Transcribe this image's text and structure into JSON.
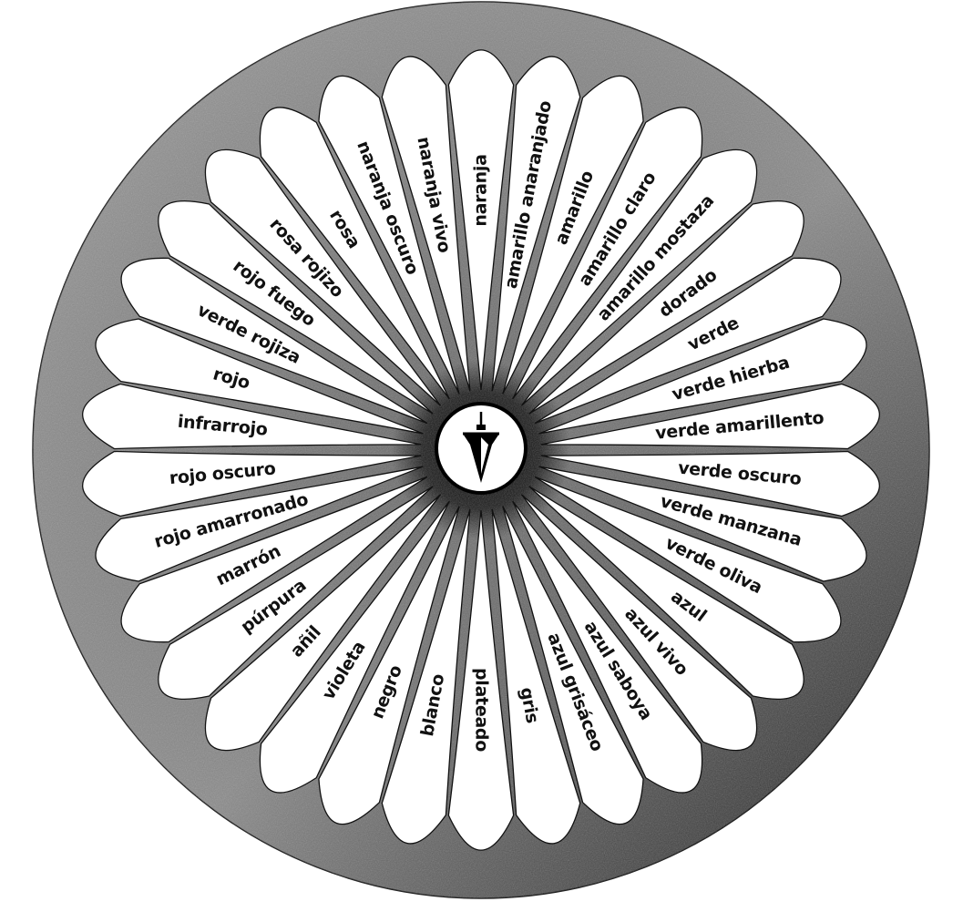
{
  "colors": {
    "background": "#ffffff",
    "ink": "#111111",
    "petal": "#ffffff",
    "shade_light": "#8a8a8a",
    "shade_dark": "#0c0c0c"
  },
  "center": {
    "icon": "pendulum-icon"
  },
  "labels": [
    "naranja",
    "amarillo anaranjado",
    "amarillo",
    "amarillo claro",
    "amarillo mostaza",
    "dorado",
    "verde",
    "verde hierba",
    "verde amarillento",
    "verde oscuro",
    "verde manzana",
    "verde oliva",
    "azul",
    "azul vivo",
    "azul saboya",
    "azul grisáceo",
    "gris",
    "plateado",
    "blanco",
    "negro",
    "violeta",
    "añil",
    "púrpura",
    "marrón",
    "rojo amarronado",
    "rojo oscuro",
    "infrarrojo",
    "rojo",
    "verde rojiza",
    "rojo fuego",
    "rosa rojizo",
    "rosa",
    "naranja oscuro",
    "naranja vivo"
  ]
}
